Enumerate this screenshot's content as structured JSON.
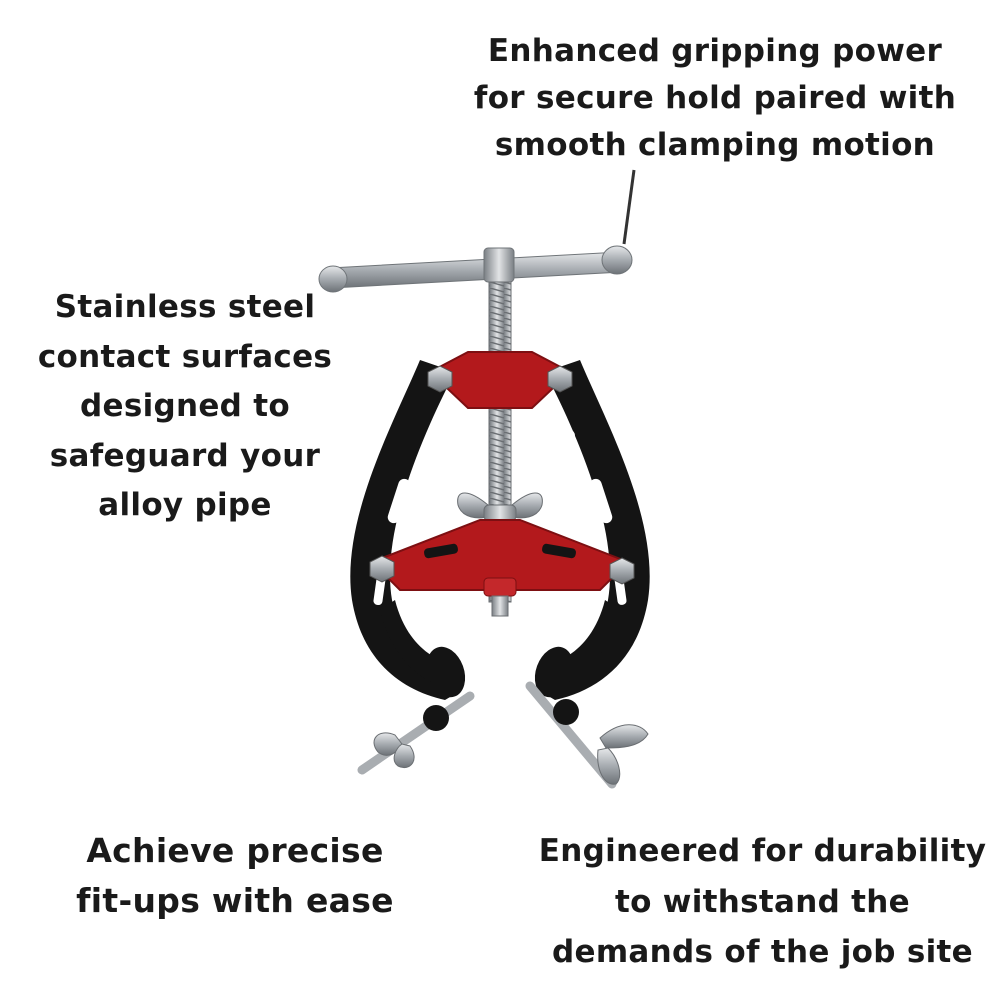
{
  "callouts": {
    "top": {
      "lines": [
        "Enhanced gripping power",
        "for secure hold paired with",
        "smooth clamping motion"
      ]
    },
    "left": {
      "lines": [
        "Stainless steel",
        "contact surfaces",
        "designed to",
        "safeguard your",
        "alloy pipe"
      ]
    },
    "bottom_left": {
      "lines": [
        "Achieve precise",
        "fit-ups with ease"
      ]
    },
    "bottom_right": {
      "lines": [
        "Engineered for durability",
        "to withstand the",
        "demands of the job site"
      ]
    }
  },
  "colors": {
    "frame": "#141414",
    "plate": "#b3191c",
    "steel": "#b8bcc0",
    "text": "#1a1a1a"
  },
  "image": {
    "subject": "pipe-alignment-clamp"
  }
}
